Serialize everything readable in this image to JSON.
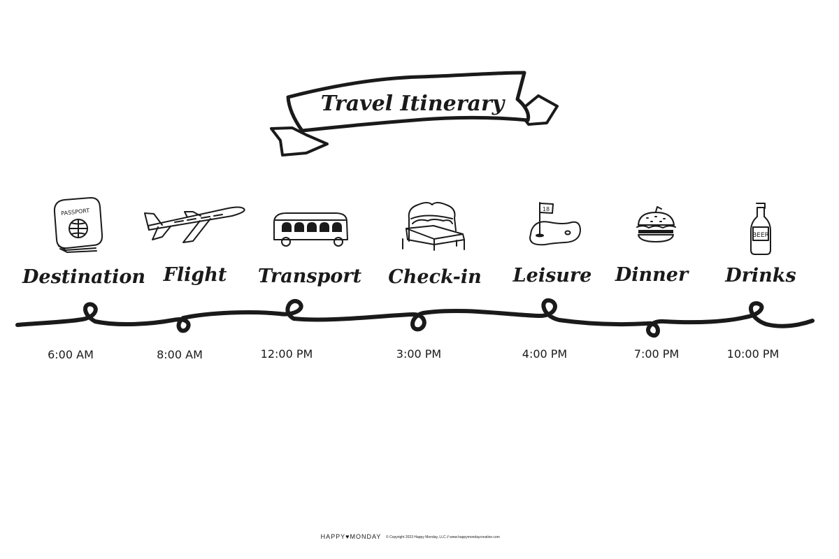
{
  "title": "Travel Itinerary",
  "items": [
    {
      "label": "Destination",
      "time": "6:00 AM",
      "icon": "passport-icon"
    },
    {
      "label": "Flight",
      "time": "8:00 AM",
      "icon": "airplane-icon"
    },
    {
      "label": "Transport",
      "time": "12:00 PM",
      "icon": "trolley-icon"
    },
    {
      "label": "Check-in",
      "time": "3:00 PM",
      "icon": "bed-icon"
    },
    {
      "label": "Leisure",
      "time": "4:00 PM",
      "icon": "golf-flag-icon"
    },
    {
      "label": "Dinner",
      "time": "7:00 PM",
      "icon": "burger-icon"
    },
    {
      "label": "Drinks",
      "time": "10:00 PM",
      "icon": "beer-bottle-icon"
    }
  ],
  "icon_text": {
    "passport": "PASSPORT",
    "flag": "18",
    "beer": "BEER"
  },
  "footer": {
    "brand": "HAPPY♥MONDAY",
    "copyright": "© Copyright 2023 Happy Monday, LLC // www.happymondaycreative.com"
  }
}
